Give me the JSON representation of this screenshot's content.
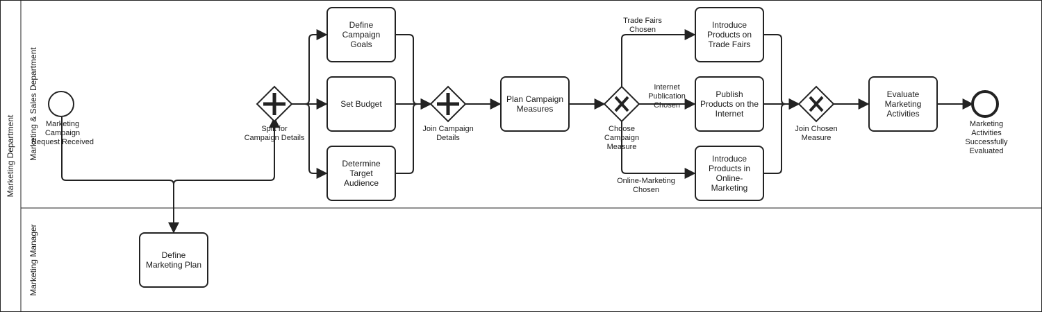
{
  "pool": {
    "label": "Marketing Department"
  },
  "lanes": [
    {
      "label": "Marketing & Sales Department"
    },
    {
      "label": "Marketing Manager"
    }
  ],
  "events": {
    "start": {
      "label": "Marketing\nCampaign\nRequest Received"
    },
    "end": {
      "label": "Marketing\nActivities\nSuccessfully\nEvaluated"
    }
  },
  "gateways": {
    "split_details": {
      "type": "parallel",
      "label": "Split for\nCampaign Details"
    },
    "join_details": {
      "type": "parallel",
      "label": "Join Campaign\nDetails"
    },
    "choose_measure": {
      "type": "exclusive",
      "label": "Choose\nCampaign\nMeasure"
    },
    "join_measure": {
      "type": "exclusive",
      "label": "Join Chosen\nMeasure"
    }
  },
  "tasks": {
    "define_plan": "Define\nMarketing Plan",
    "define_goals": "Define\nCampaign\nGoals",
    "set_budget": "Set Budget",
    "determine_audience": "Determine\nTarget\nAudience",
    "plan_measures": "Plan Campaign\nMeasures",
    "trade_fairs": "Introduce\nProducts on\nTrade Fairs",
    "publish_internet": "Publish\nProducts on the\nInternet",
    "online_marketing": "Introduce\nProducts in\nOnline-\nMarketing",
    "evaluate": "Evaluate\nMarketing\nActivities"
  },
  "flow_labels": {
    "trade_fairs": "Trade Fairs\nChosen",
    "internet": "Internet\nPublication\nChosen",
    "online": "Online-Marketing\nChosen"
  },
  "colors": {
    "stroke": "#222222",
    "background": "#ffffff"
  }
}
